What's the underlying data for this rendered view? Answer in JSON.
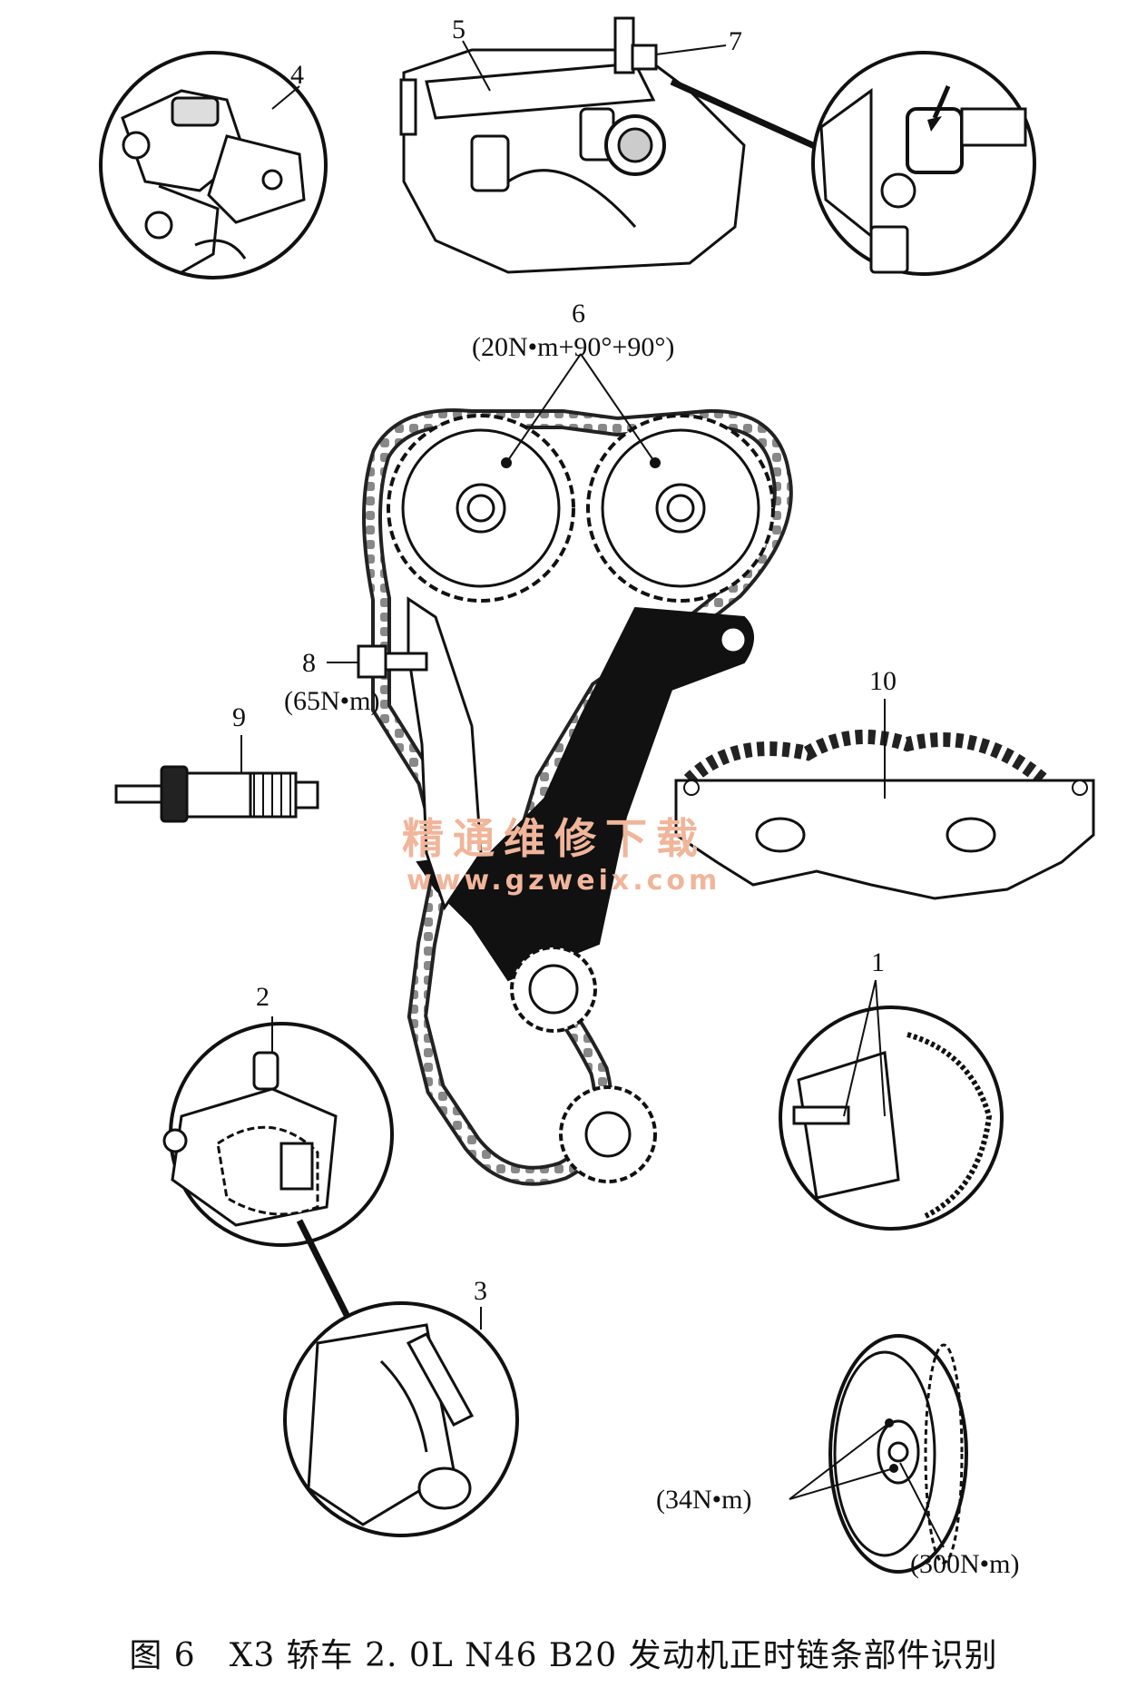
{
  "callouts": {
    "c1": "1",
    "c2": "2",
    "c3": "3",
    "c4": "4",
    "c5": "5",
    "c6": "6",
    "c7": "7",
    "c8": "8",
    "c9": "9",
    "c10": "10"
  },
  "torques": {
    "camshaft_bolts": "(20N•m+90°+90°)",
    "tensioner_bolt": "(65N•m)",
    "damper_small_bolts": "(34N•m)",
    "damper_center_bolt": "(300N•m)"
  },
  "watermark": {
    "text_cn": "精通维修下载",
    "url": "www.gzweix.com"
  },
  "caption": "图 6　X3 轿车 2. 0L N46 B20 发动机正时链条部件识别"
}
